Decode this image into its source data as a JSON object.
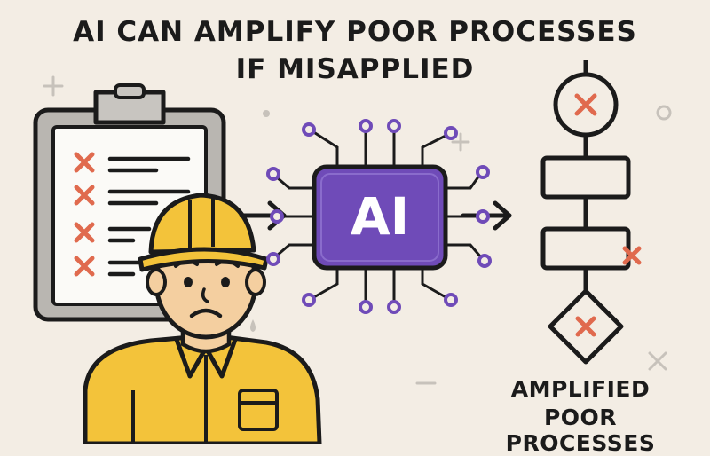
{
  "title": {
    "line1": "AI CAN AMPLIFY POOR PROCESSES",
    "line2": "IF MISAPPLIED"
  },
  "chip": {
    "label": "AI"
  },
  "caption": {
    "line1": "AMPLIFIED",
    "line2": "POOR PROCESSES"
  },
  "colors": {
    "background": "#f3ede4",
    "ink": "#1b1b1b",
    "chip_purple": "#6f4bb8",
    "error_red": "#e06a4e",
    "helmet_yellow": "#f3c33a",
    "skin": "#f4cfa0",
    "clipboard_gray": "#b9b6b1"
  },
  "icons": [
    "clipboard-icon",
    "worker-icon",
    "ai-chip-icon",
    "flowchart-icon",
    "arrow-right-icon",
    "x-mark-icon"
  ]
}
